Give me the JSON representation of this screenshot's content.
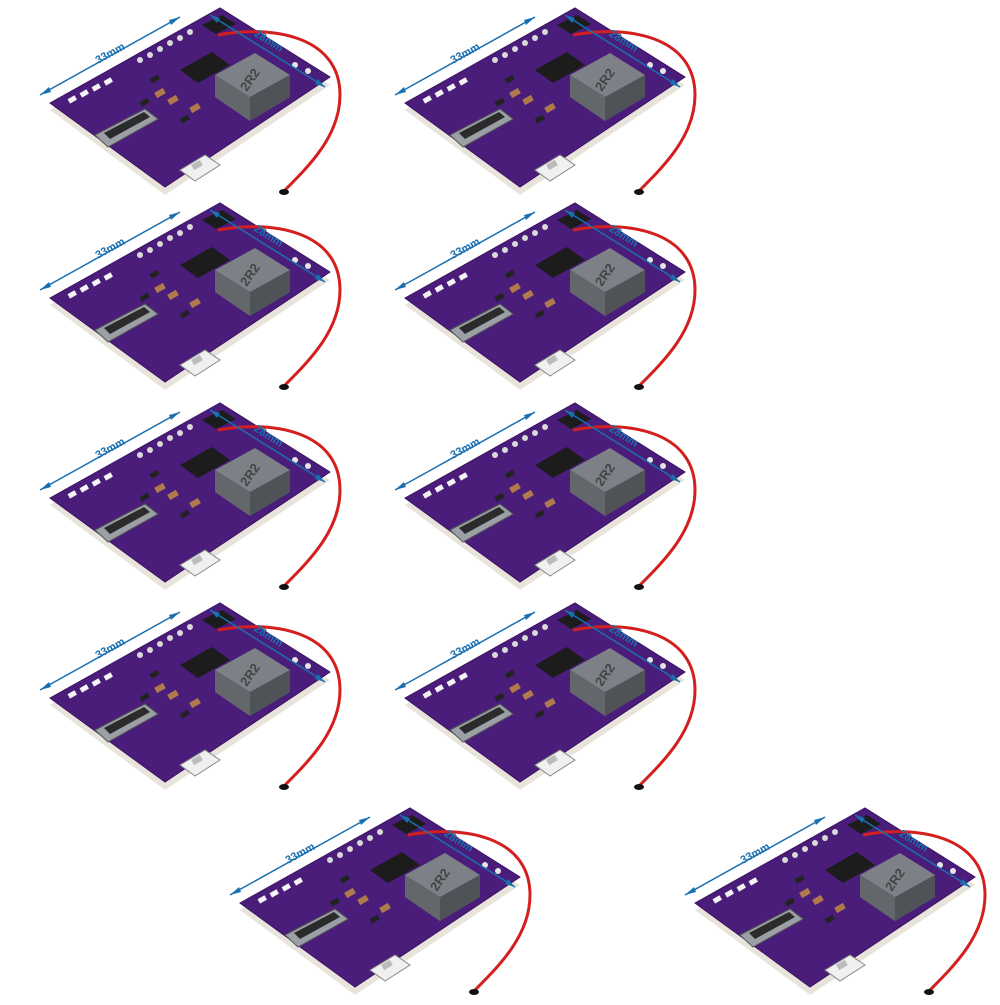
{
  "product": {
    "labels": {
      "width_dimension": "33mm",
      "height_dimension": "28mm",
      "inductor_marking": "2R2"
    },
    "colors": {
      "pcb": "#4a1d7a",
      "inductor": "#6f7378",
      "wire": "#d41f1f",
      "dimension_arrows": "#1a6fb0"
    }
  },
  "boards": [
    {
      "id": "board-1"
    },
    {
      "id": "board-2"
    },
    {
      "id": "board-3"
    },
    {
      "id": "board-4"
    },
    {
      "id": "board-5"
    },
    {
      "id": "board-6"
    },
    {
      "id": "board-7"
    },
    {
      "id": "board-8"
    },
    {
      "id": "board-9"
    },
    {
      "id": "board-10"
    }
  ]
}
